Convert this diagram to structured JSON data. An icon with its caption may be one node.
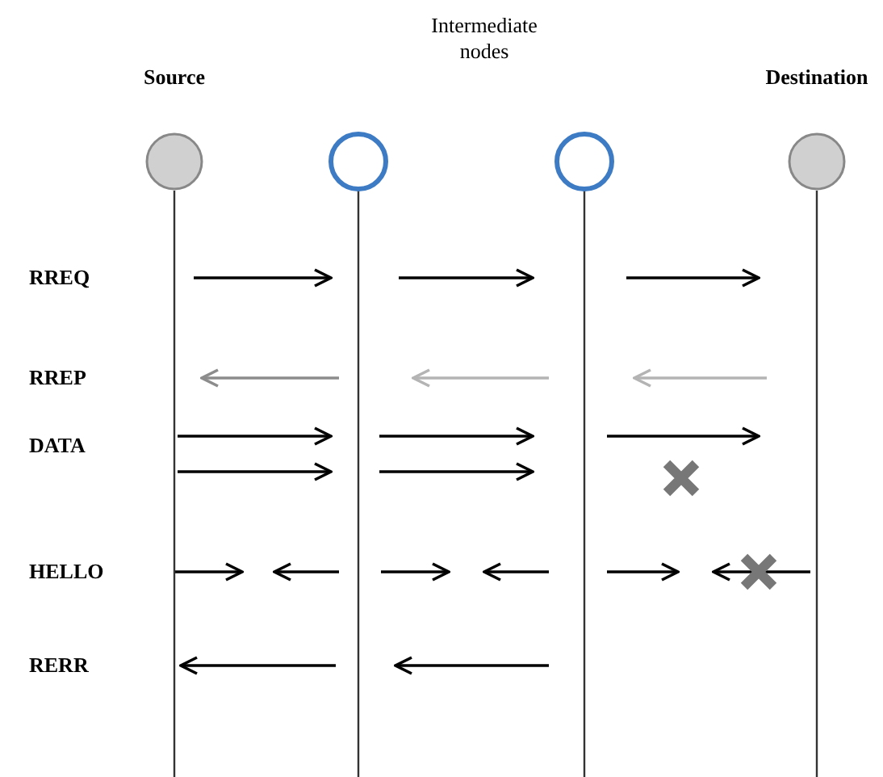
{
  "diagram": {
    "nodes": [
      {
        "text": [
          "Source"
        ]
      },
      {
        "text": [],
        "shape": "circle"
      },
      {
        "text": [],
        "shape": "circle"
      },
      {
        "text": [
          "Destination"
        ]
      }
    ],
    "edges": [
      {
        "from": 0,
        "to": 1,
        "arrow": "to"
      },
      {
        "from": 1,
        "to": 2,
        "arrow": "to"
      },
      {
        "from": 2,
        "to": 3,
        "arrow": "to"
      },
      {
        "from": 1,
        "to": 0,
        "arrow": "to",
        "color": "#8c8c8c"
      },
      {
        "from": 2,
        "to": 1,
        "arrow": "to",
        "color": "#b4b4b4"
      },
      {
        "from": 3,
        "to": 2,
        "arrow": "to",
        "color": "#b4b4b4"
      },
      {
        "from": 0,
        "to": 1,
        "arrow": "to"
      },
      {
        "from": 0,
        "to": 1,
        "arrow": "to"
      },
      {
        "from": 1,
        "to": 2,
        "arrow": "to"
      },
      {
        "from": 1,
        "to": 2,
        "arrow": "to"
      },
      {
        "from": 2,
        "to": 3,
        "arrow": "to"
      },
      {
        "from": 0,
        "to": null,
        "arrow": "to"
      },
      {
        "from": 1,
        "to": null,
        "arrow": "to"
      },
      {
        "from": 1,
        "to": null,
        "arrow": "to"
      },
      {
        "from": 2,
        "to": null,
        "arrow": "to"
      },
      {
        "from": 2,
        "to": null,
        "arrow": "to"
      },
      {
        "from": 3,
        "to": null,
        "arrow": "to"
      },
      {
        "from": 1,
        "to": 0,
        "arrow": "to"
      },
      {
        "from": 2,
        "to": 1,
        "arrow": "to"
      }
    ],
    "labels": [
      "Intermediate nodes",
      "RREQ",
      "RREP",
      "DATA",
      "HELLO",
      "RERR"
    ]
  }
}
